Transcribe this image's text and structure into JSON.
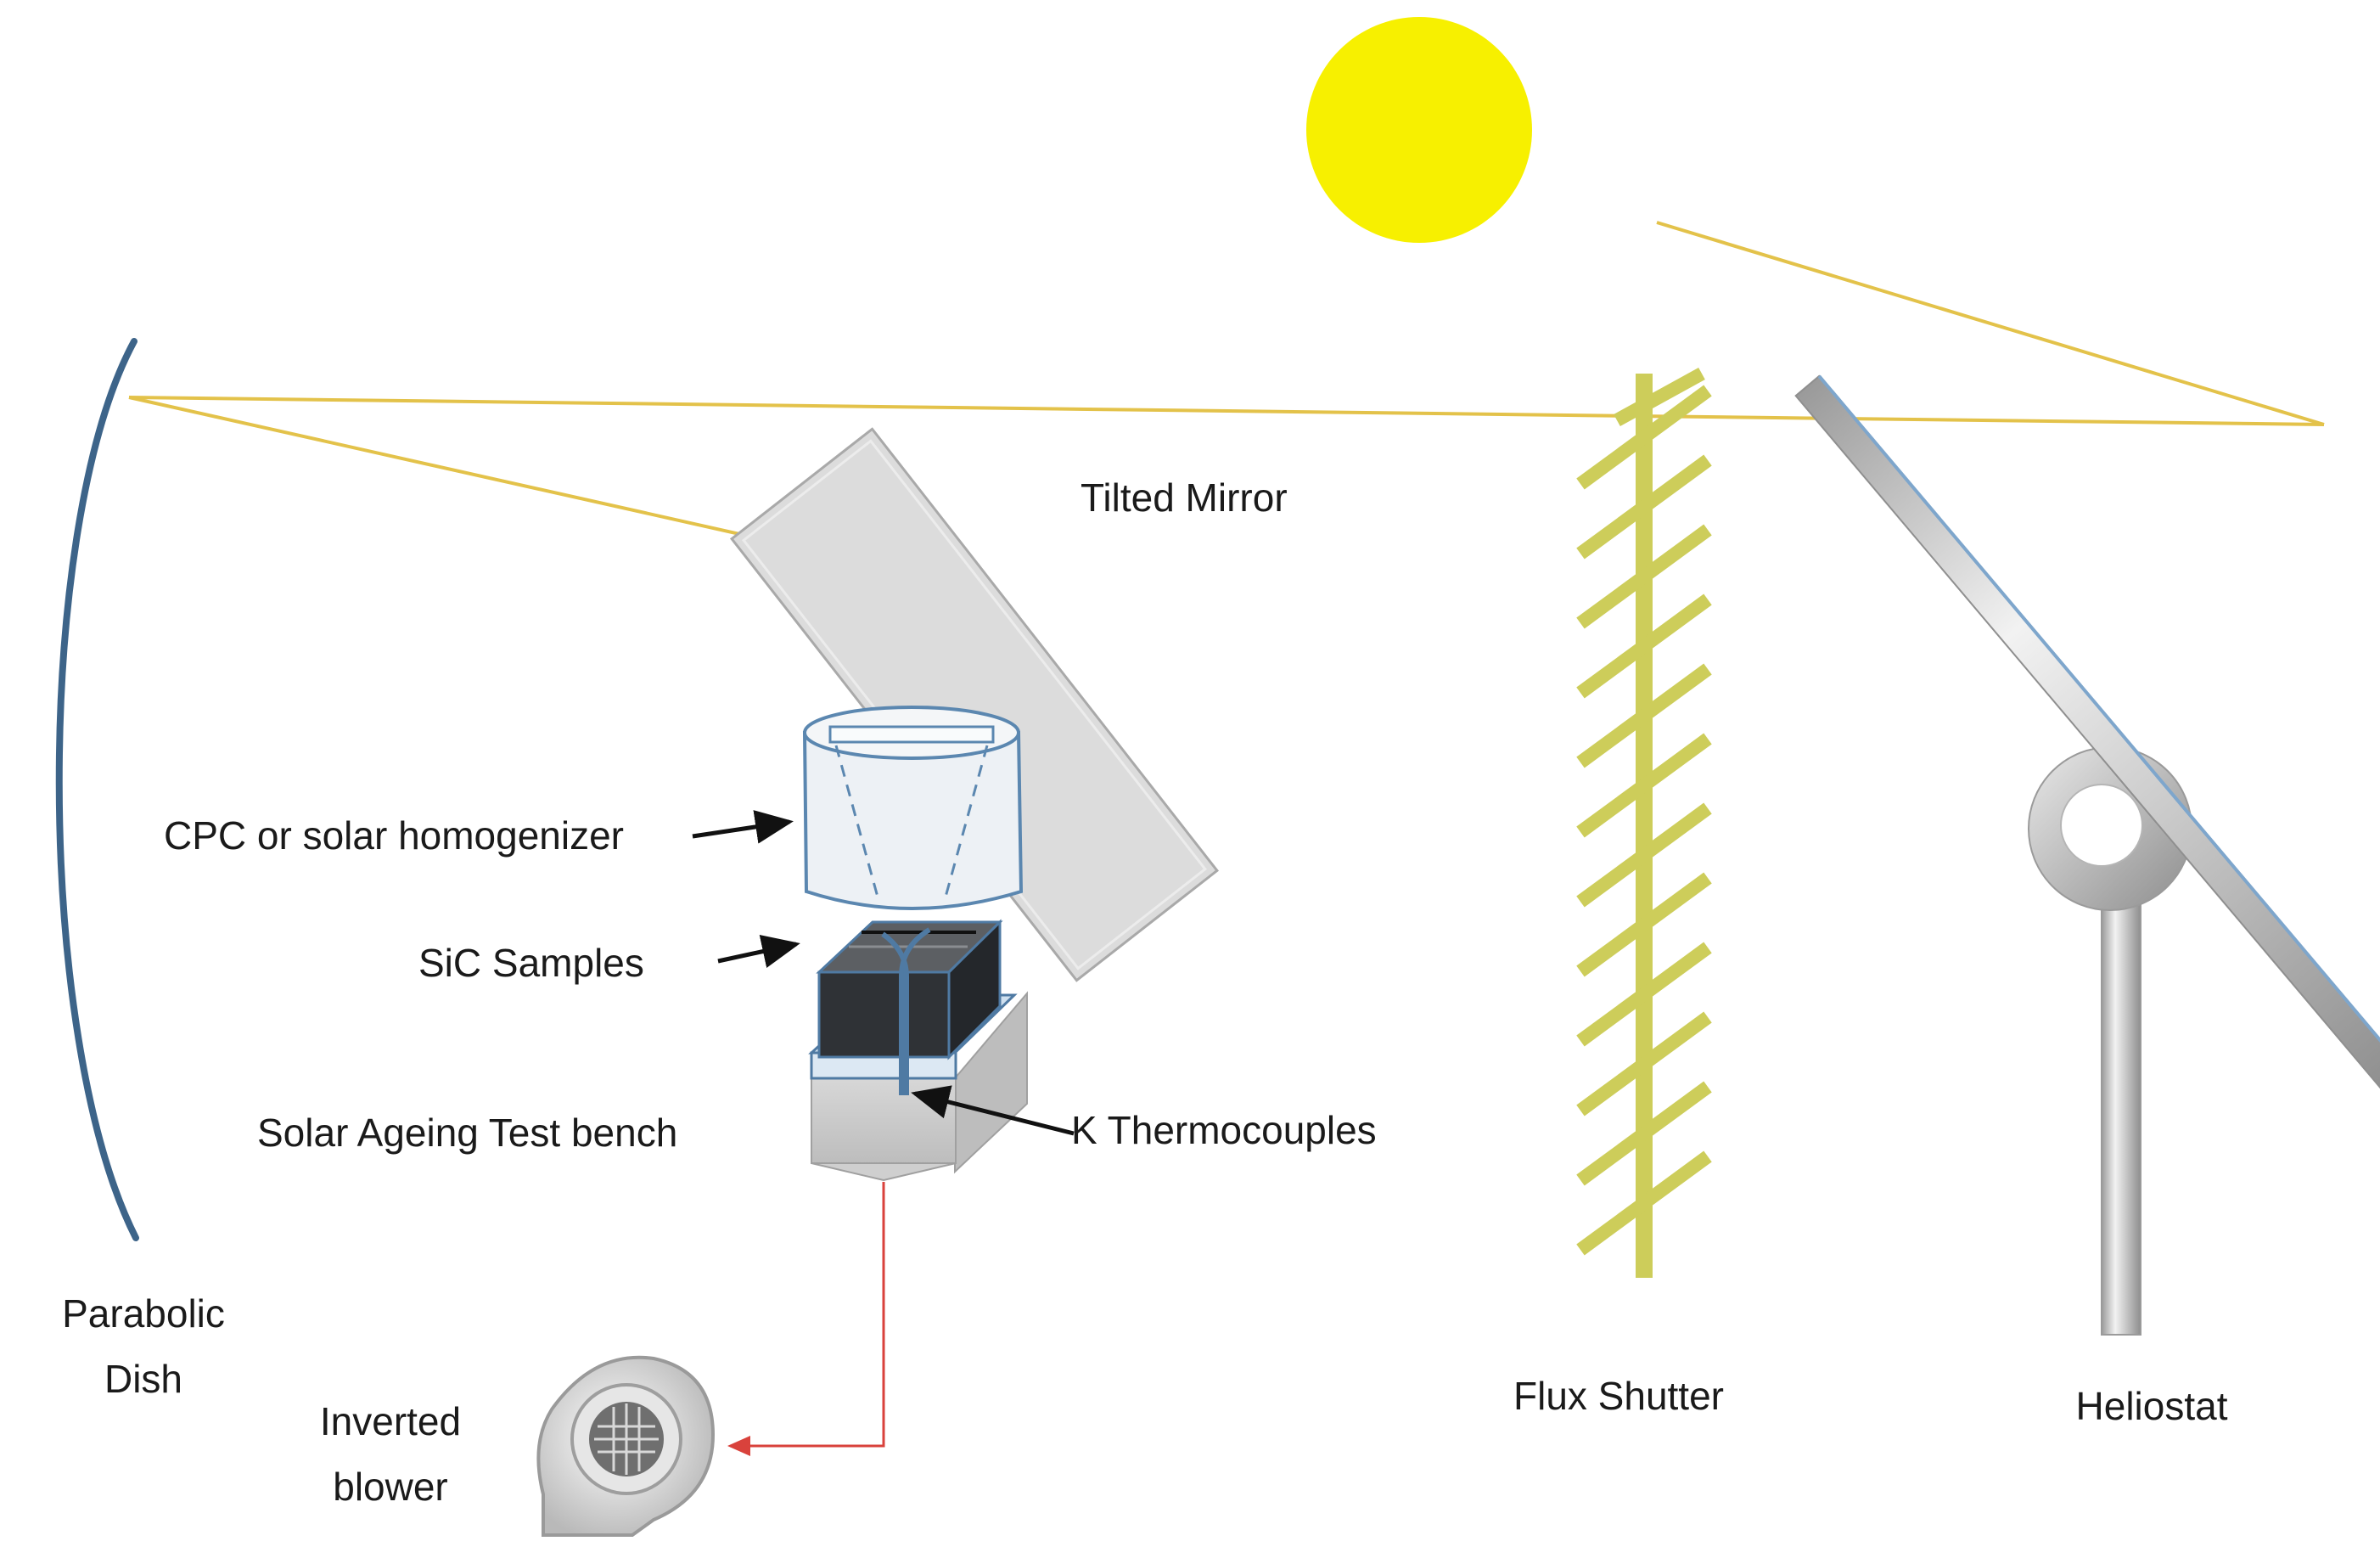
{
  "labels": {
    "tilted_mirror": "Tilted Mirror",
    "cpc": "CPC or solar homogenizer",
    "sic_samples": "SiC Samples",
    "test_bench": "Solar Ageing Test bench",
    "thermocouples": "K Thermocouples",
    "parabolic_dish_line1": "Parabolic",
    "parabolic_dish_line2": "Dish",
    "inverted_blower_line1": "Inverted",
    "inverted_blower_line2": "blower",
    "flux_shutter": "Flux Shutter",
    "heliostat": "Heliostat"
  },
  "colors": {
    "sun": "#f7f000",
    "sun_ray": "#e3c24a",
    "dish": "#3d6489",
    "shutter": "#cdcd5a",
    "heliostat_steel": "#b7b7b7",
    "mirror": "#dcdcdc",
    "homogenizer_outline": "#5b87b0",
    "sample_dark": "#2b2e33",
    "air_line": "#d9423c"
  }
}
